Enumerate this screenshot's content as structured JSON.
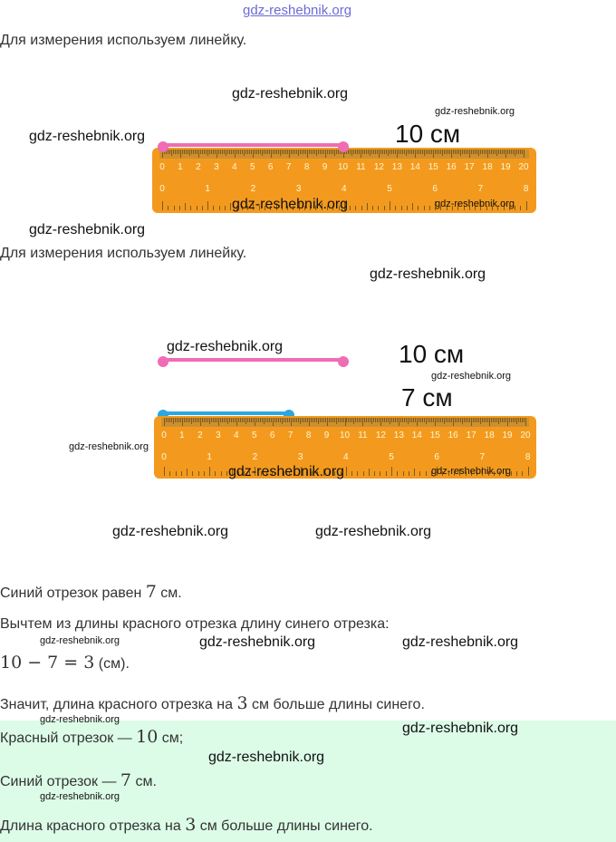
{
  "watermark": "gdz-reshebnik.org",
  "intro1": "Для измерения используем линейку.",
  "intro2": "Для измерения используем линейку.",
  "ruler": {
    "top_labels": [
      "0",
      "1",
      "2",
      "3",
      "4",
      "5",
      "6",
      "7",
      "8",
      "9",
      "10",
      "11",
      "12",
      "13",
      "14",
      "15",
      "16",
      "17",
      "18",
      "19",
      "20"
    ],
    "bottom_labels": [
      "0",
      "1",
      "2",
      "3",
      "4",
      "5",
      "6",
      "7",
      "8"
    ]
  },
  "figure1": {
    "red_label": "10 см",
    "red_length_cm": 10
  },
  "figure2": {
    "red_label": "10 см",
    "blue_label": "7 см",
    "red_length_cm": 10,
    "blue_length_cm": 7
  },
  "colors": {
    "red_segment": "#f06cb4",
    "blue_segment": "#2aa8e0",
    "ruler": "#f39a1e",
    "answer_bg": "#dcfce7"
  },
  "solution": {
    "l1a": "Синий отрезок равен ",
    "l1n": "7",
    "l1b": " см.",
    "l2": "Вычтем из длины красного отрезка длину синего отрезка:",
    "l3n": "10 − 7 = 3",
    "l3b": " (см).",
    "l4a": "Значит, длина красного отрезка на ",
    "l4n": "3",
    "l4b": " см больше длины синего."
  },
  "answer": {
    "a1a": "Красный отрезок — ",
    "a1n": "10",
    "a1b": " см;",
    "a2a": "Синий отрезок — ",
    "a2n": "7",
    "a2b": " см.",
    "a3a": "Длина красного отрезка на ",
    "a3n": "3",
    "a3b": " см больше длины синего."
  }
}
